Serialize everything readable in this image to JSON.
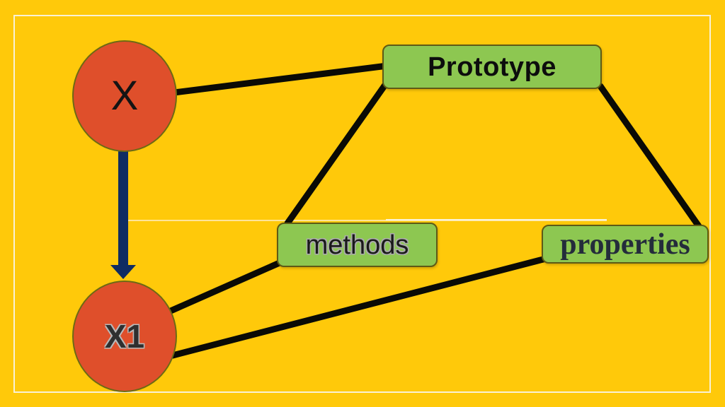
{
  "slide": {
    "background_color": "#ffc90a",
    "frame_color": "#f8f4e6",
    "guide_line_color": "#ffe9b3"
  },
  "diagram": {
    "edge_color": "#0a0a05",
    "arrow_color": "#0f2c62",
    "circle_fill": "#df4f2b",
    "box_fill": "#8dc751",
    "shape_border_color": "#6d6a14",
    "nodes": [
      {
        "id": "x",
        "label": "X",
        "shape": "circle"
      },
      {
        "id": "prototype",
        "label": "Prototype",
        "shape": "rounded-rect"
      },
      {
        "id": "methods",
        "label": "methods",
        "shape": "rounded-rect"
      },
      {
        "id": "properties",
        "label": "properties",
        "shape": "rounded-rect"
      },
      {
        "id": "x1",
        "label": "X1",
        "shape": "circle"
      }
    ],
    "edges": [
      {
        "from": "x",
        "to": "prototype",
        "type": "line"
      },
      {
        "from": "prototype",
        "to": "methods",
        "type": "line"
      },
      {
        "from": "prototype",
        "to": "properties",
        "type": "line"
      },
      {
        "from": "methods",
        "to": "x1",
        "type": "line"
      },
      {
        "from": "properties",
        "to": "x1",
        "type": "line"
      },
      {
        "from": "x",
        "to": "x1",
        "type": "arrow"
      }
    ]
  }
}
